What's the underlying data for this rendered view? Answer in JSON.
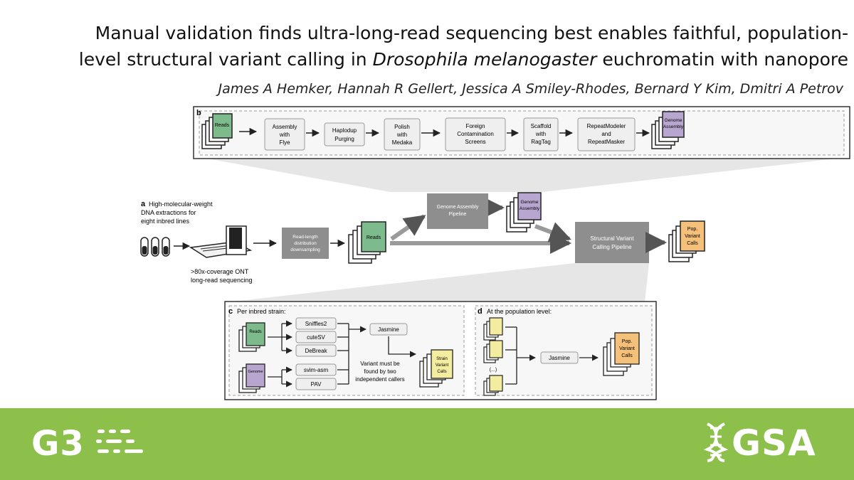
{
  "header": {
    "title_line1": "Manual validation finds ultra-long-read sequencing best enables faithful, population-",
    "title_line2_pre": "level structural variant calling in ",
    "title_line2_italic": "Drosophila melanogaster",
    "title_line2_post": " euchromatin with nanopore",
    "authors": "James A Hemker, Hannah R Gellert, Jessica A Smiley-Rhodes, Bernard Y Kim, Dmitri A Petrov"
  },
  "panel_b": {
    "label": "b",
    "reads": "Reads",
    "steps": [
      [
        "Assembly",
        "with",
        "Flye"
      ],
      [
        "Haplodup",
        "Purging"
      ],
      [
        "Polish",
        "with",
        "Medaka"
      ],
      [
        "Foreign",
        "Contamination",
        "Screens"
      ],
      [
        "Scaffold",
        "with",
        "RagTag"
      ],
      [
        "RepeatModeler",
        "and",
        "RepeatMasker"
      ]
    ],
    "output": [
      "Genome",
      "Assembly"
    ]
  },
  "panel_a": {
    "label": "a",
    "intro": [
      "High-molecular-weight",
      "DNA extractions for",
      "eight inbred lines"
    ],
    "seq_note": [
      ">80x-coverage ONT",
      "long-read sequencing"
    ],
    "downsample": [
      "Read-length",
      "distribution",
      "downsampling"
    ],
    "reads": "Reads",
    "assembly_pipeline": [
      "Genome Assembly",
      "Pipeline"
    ],
    "assembly": [
      "Genome",
      "Assembly"
    ],
    "sv_pipeline": [
      "Structural Variant",
      "Calling Pipeline"
    ],
    "pop_calls": [
      "Pop.",
      "Variant",
      "Calls"
    ]
  },
  "panel_c": {
    "label": "c",
    "heading": "Per inbred strain:",
    "reads": "Reads",
    "assembly": "Genome",
    "read_callers": [
      "Sniffles2",
      "cuteSV",
      "DeBreak"
    ],
    "asm_callers": [
      "svim-asm",
      "PAV"
    ],
    "merger": "Jasmine",
    "note": [
      "Variant must be",
      "found by two",
      "independent callers"
    ],
    "output": [
      "Strain",
      "Variant",
      "Calls"
    ]
  },
  "panel_d": {
    "label": "d",
    "heading": "At the population level:",
    "ellipsis": "(...)",
    "merger": "Jasmine",
    "output": [
      "Pop.",
      "Variant",
      "Calls"
    ]
  },
  "footer": {
    "journal_logo": "G3",
    "society_logo": "GSA",
    "bar_color": "#8cc04a"
  },
  "colors": {
    "reads": "#7dba8c",
    "assembly": "#b9a6d0",
    "strain_calls": "#f4ec9e",
    "pop_calls": "#f5c07a",
    "process_box": "#8e8e8e"
  }
}
